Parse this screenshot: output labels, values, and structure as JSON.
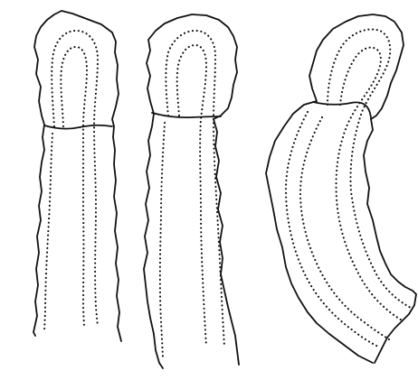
{
  "figure": {
    "panels": [
      {
        "name": "left"
      },
      {
        "name": "middle"
      },
      {
        "name": "right"
      }
    ],
    "colors": {
      "background": "#ffffff",
      "ink": "#111111"
    }
  }
}
